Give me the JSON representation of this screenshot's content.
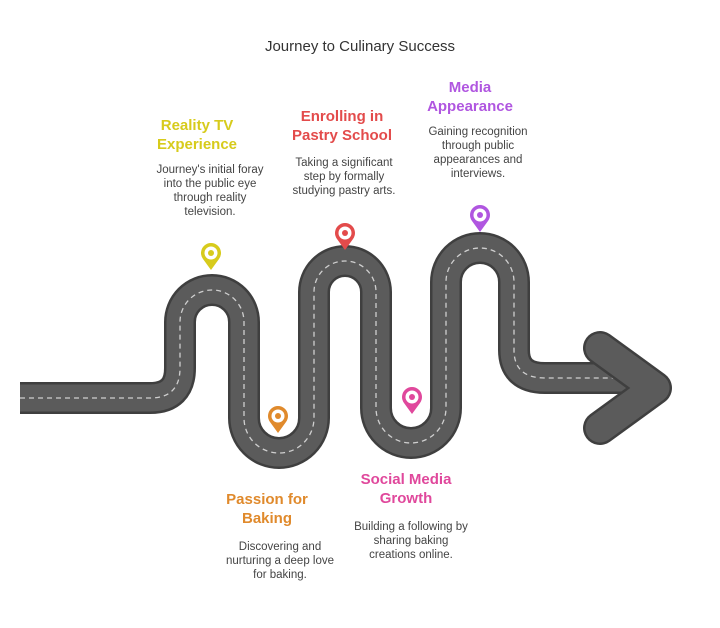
{
  "title": "Journey to Culinary Success",
  "colors": {
    "road": "#5b5b5b",
    "road_edge": "#3f3f3f",
    "dash": "#cfcfcf"
  },
  "milestones": [
    {
      "title": "Reality TV Experience",
      "description": "Journey's initial foray into the public eye through reality television.",
      "color": "#d7cb1c",
      "icon": "location-pin-icon"
    },
    {
      "title": "Passion for Baking",
      "description": "Discovering and nurturing a deep love for baking.",
      "color": "#e08a2c",
      "icon": "location-pin-icon"
    },
    {
      "title": "Enrolling in Pastry School",
      "description": "Taking a significant step by formally studying pastry arts.",
      "color": "#e34b4b",
      "icon": "location-pin-icon"
    },
    {
      "title": "Social Media Growth",
      "description": "Building a following by sharing baking creations online.",
      "color": "#e0489c",
      "icon": "location-pin-icon"
    },
    {
      "title": "Media Appearance",
      "description": "Gaining recognition through public appearances and interviews.",
      "color": "#b056e0",
      "icon": "location-pin-icon"
    }
  ]
}
